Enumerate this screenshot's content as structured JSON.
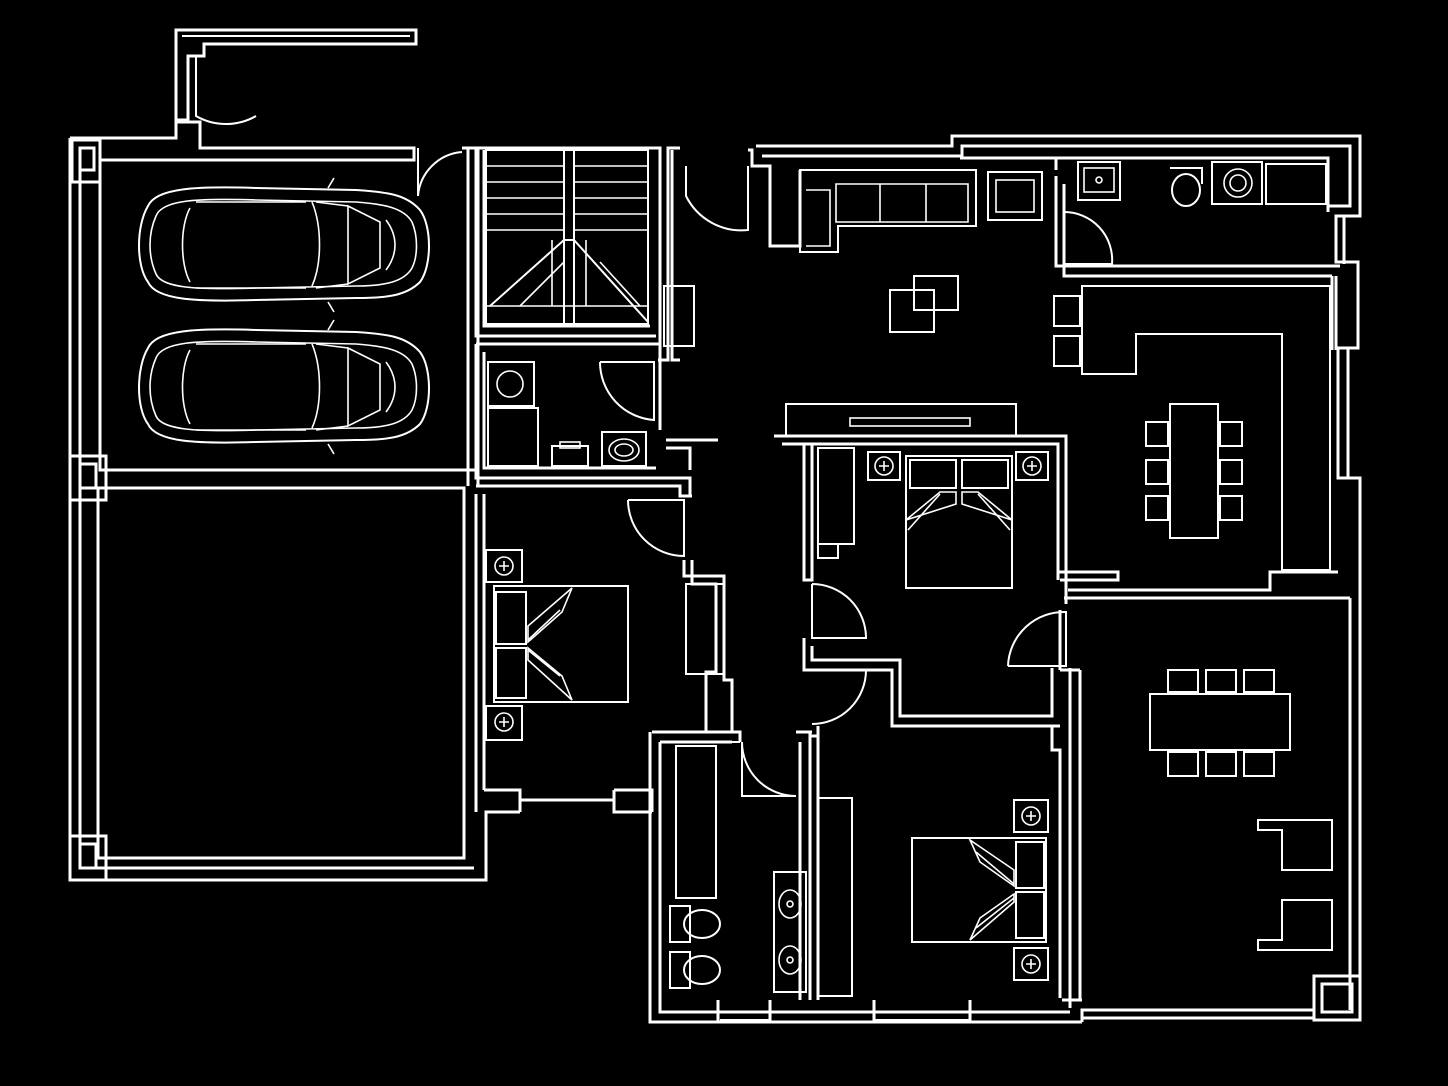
{
  "diagram": {
    "kind": "floor-plan",
    "background": "#000000",
    "line_color": "#ffffff",
    "rooms": [
      {
        "id": "garage",
        "contents": [
          "car",
          "car"
        ]
      },
      {
        "id": "open-yard",
        "contents": []
      },
      {
        "id": "stairwell",
        "contents": [
          "stairs"
        ]
      },
      {
        "id": "utility",
        "contents": [
          "sink",
          "stove"
        ]
      },
      {
        "id": "living-room",
        "contents": [
          "sofa",
          "coffee-table",
          "tv-stand"
        ]
      },
      {
        "id": "half-bath",
        "contents": [
          "sink",
          "toilet",
          "washbasin"
        ]
      },
      {
        "id": "kitchen-dining",
        "contents": [
          "counter",
          "dining-table",
          "chairs"
        ]
      },
      {
        "id": "bedroom-1",
        "contents": [
          "double-bed",
          "nightstands"
        ]
      },
      {
        "id": "master-bedroom",
        "contents": [
          "double-bed",
          "nightstands",
          "wardrobe"
        ]
      },
      {
        "id": "bedroom-3",
        "contents": [
          "double-bed",
          "nightstands",
          "wardrobe"
        ]
      },
      {
        "id": "bathroom",
        "contents": [
          "toilets",
          "sinks"
        ]
      },
      {
        "id": "dining-room",
        "contents": [
          "dining-table",
          "chairs",
          "armchairs"
        ]
      },
      {
        "id": "hallway",
        "contents": [
          "cabinet"
        ]
      }
    ],
    "icons": [
      "car-icon",
      "bed-icon",
      "toilet-icon",
      "sink-icon",
      "stairs-icon",
      "door-swing-icon"
    ]
  }
}
